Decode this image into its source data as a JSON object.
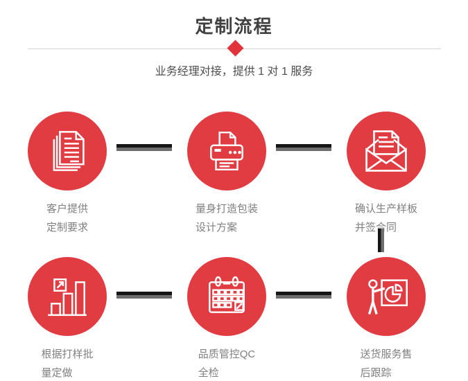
{
  "header": {
    "title": "定制流程",
    "subtitle": "业务经理对接，提供 1 对 1 服务"
  },
  "colors": {
    "accent_red_diamond": "#e1333b",
    "circle_red": "#e23c43",
    "icon_stroke": "#ffffff",
    "title_gray": "#404040",
    "subtitle_gray": "#4d4d4d",
    "caption_gray": "#808080",
    "divider_gray": "#d6d6d6",
    "connector_dark": "#161616",
    "connector_gray": "#6e6e6e"
  },
  "steps": [
    {
      "icon": "documents-icon",
      "caption": [
        "客户提供",
        "定制要求"
      ]
    },
    {
      "icon": "printer-icon",
      "caption": [
        "量身打造包装",
        "设计方案"
      ]
    },
    {
      "icon": "open-envelope-icon",
      "caption": [
        "确认生产样板",
        "并签合同"
      ]
    },
    {
      "icon": "bar-chart-icon",
      "caption": [
        "根据打样批",
        "量定做"
      ]
    },
    {
      "icon": "calendar-icon",
      "caption": [
        "品质管控QC",
        "全检"
      ]
    },
    {
      "icon": "presentation-icon",
      "caption": [
        "送货服务售",
        "后跟踪"
      ]
    }
  ]
}
